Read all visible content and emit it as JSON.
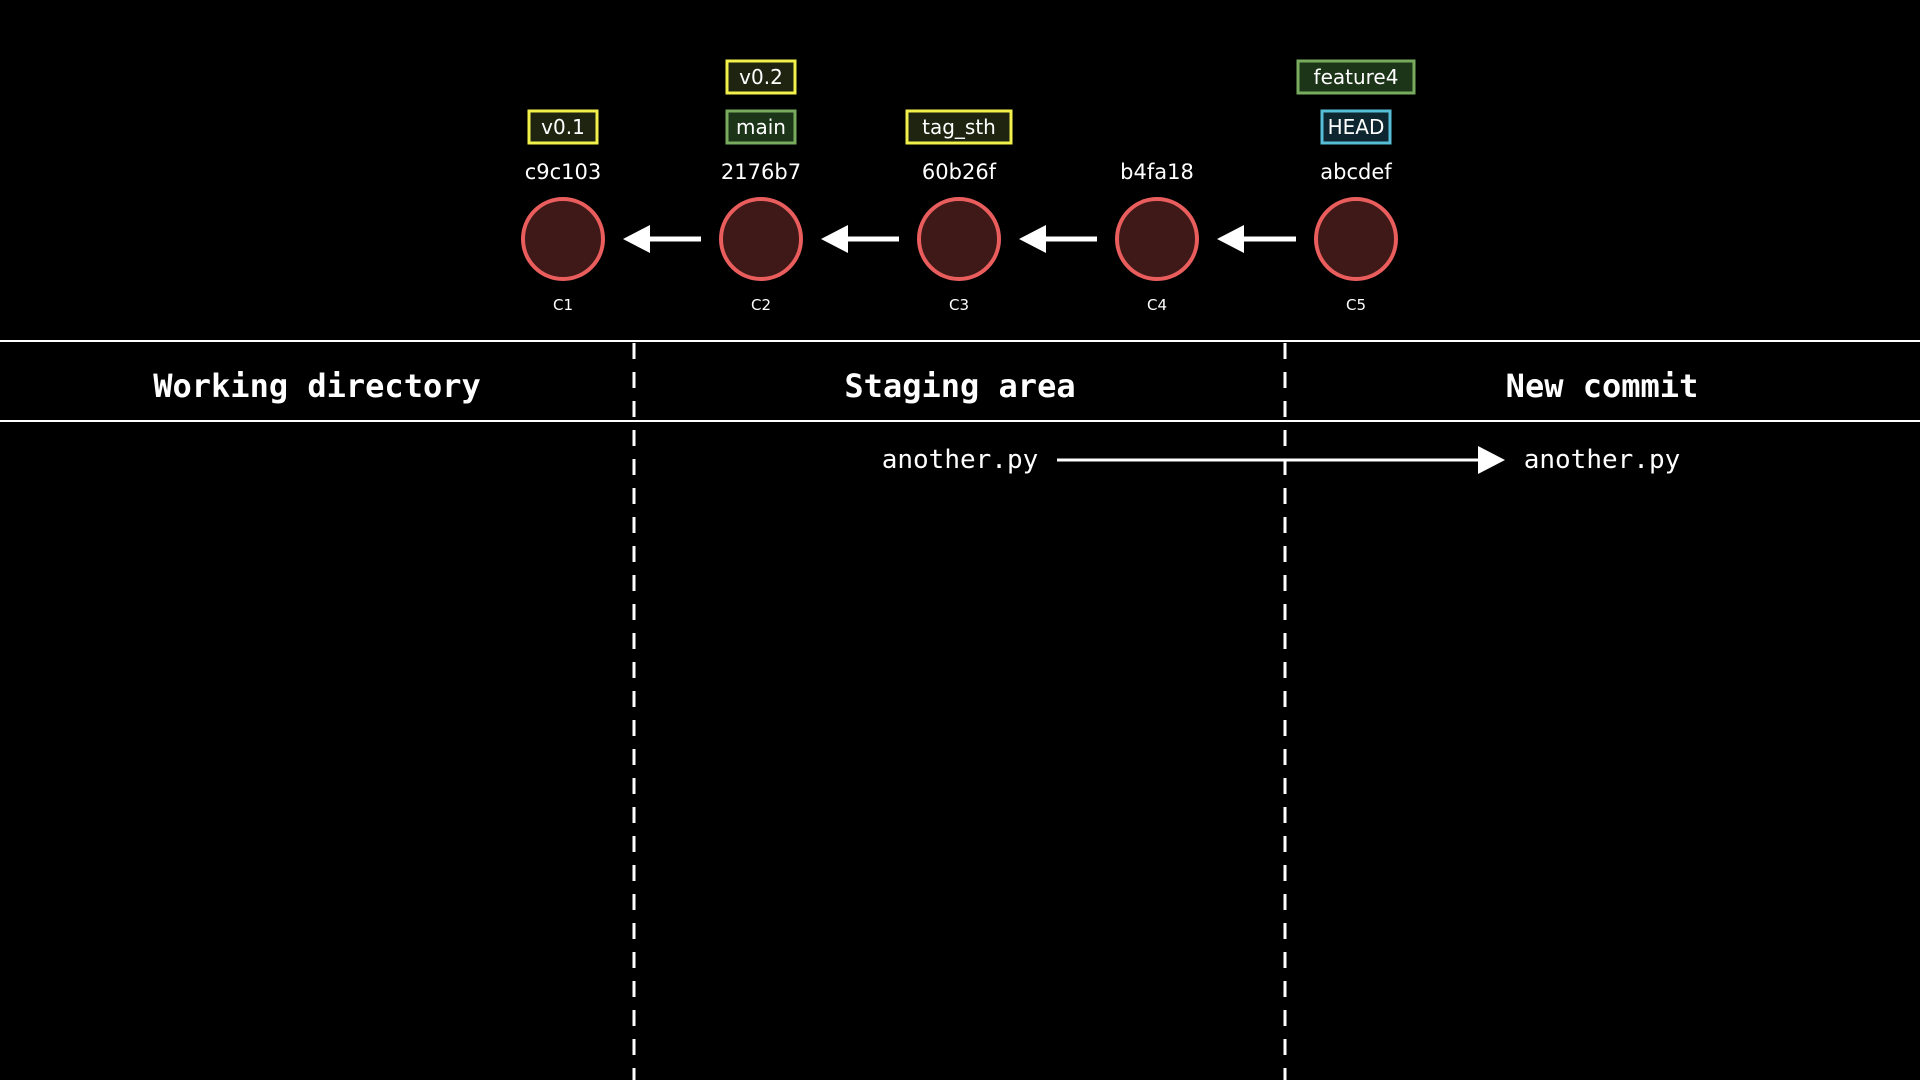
{
  "commits": [
    {
      "id": "C1",
      "hash": "c9c103"
    },
    {
      "id": "C2",
      "hash": "2176b7"
    },
    {
      "id": "C3",
      "hash": "60b26f"
    },
    {
      "id": "C4",
      "hash": "b4fa18"
    },
    {
      "id": "C5",
      "hash": "abcdef"
    }
  ],
  "labels": [
    {
      "commit": 0,
      "row": 1,
      "text": "v0.1",
      "kind": "tag"
    },
    {
      "commit": 1,
      "row": 1,
      "text": "main",
      "kind": "branch"
    },
    {
      "commit": 1,
      "row": 2,
      "text": "v0.2",
      "kind": "tag"
    },
    {
      "commit": 2,
      "row": 1,
      "text": "tag_sth",
      "kind": "tag"
    },
    {
      "commit": 4,
      "row": 1,
      "text": "HEAD",
      "kind": "head"
    },
    {
      "commit": 4,
      "row": 2,
      "text": "feature4",
      "kind": "branch"
    }
  ],
  "label_colors": {
    "tag": {
      "fill": "#1e2410",
      "stroke": "#f2f04a"
    },
    "branch": {
      "fill": "#1c3418",
      "stroke": "#79ab5e"
    },
    "head": {
      "fill": "#0d2630",
      "stroke": "#56bed6"
    }
  },
  "commit_colors": {
    "fill": "#3f1818",
    "stroke": "#e95d5d"
  },
  "columns": {
    "working": "Working directory",
    "staging": "Staging area",
    "new_commit": "New commit"
  },
  "transfer": {
    "from_file": "another.py",
    "to_file": "another.py"
  }
}
